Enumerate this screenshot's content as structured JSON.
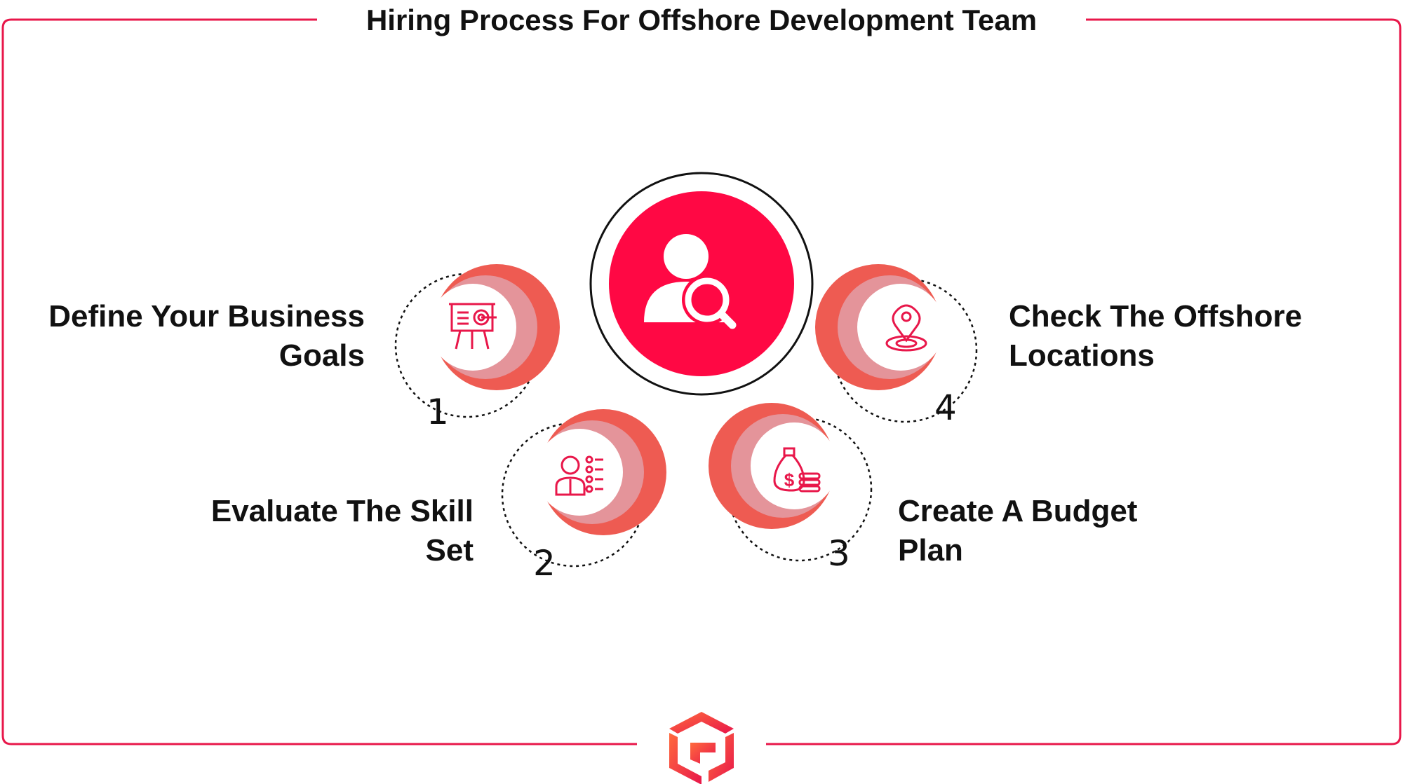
{
  "title": "Hiring Process For Offshore Development Team",
  "colors": {
    "accent": "#FF0844",
    "coral": "#EE5B52",
    "pink": "#E4949A",
    "frame": "#E8174A",
    "ink": "#111111"
  },
  "center": {
    "icon": "user-search-icon"
  },
  "steps": [
    {
      "number": "1",
      "label_line1": "Define Your Business",
      "label_line2": "Goals",
      "icon": "presentation-target-icon"
    },
    {
      "number": "2",
      "label_line1": "Evaluate The Skill",
      "label_line2": "Set",
      "icon": "candidate-checklist-icon"
    },
    {
      "number": "3",
      "label_line1": "Create A Budget",
      "label_line2": "Plan",
      "icon": "money-bag-icon"
    },
    {
      "number": "4",
      "label_line1": "Check The Offshore",
      "label_line2": "Locations",
      "icon": "location-pin-icon"
    }
  ],
  "logo": {
    "icon": "company-cube-logo-icon"
  }
}
